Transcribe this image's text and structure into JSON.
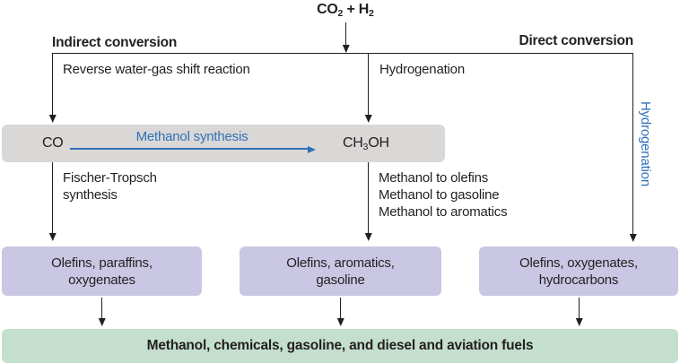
{
  "colors": {
    "text": "#231f20",
    "accent_blue": "#3170b9",
    "gray_bar": "#d9d8d6",
    "purple_box": "#c9c7e3",
    "green_bar": "#c5dfce"
  },
  "feed": {
    "base1": "CO",
    "sub1": "2",
    "plus": " + H",
    "sub2": "2"
  },
  "header": {
    "indirect_label": "Indirect conversion",
    "direct_label": "Direct conversion"
  },
  "steps": {
    "reverse_wgs": "Reverse water-gas shift reaction",
    "hydrogenation_mid": "Hydrogenation",
    "hydrogenation_right": "Hydrogenation",
    "fischer_tropsch": "Fischer-Tropsch\nsynthesis",
    "methanol_to": "Methanol to olefins\nMethanol to gasoline\nMethanol to aromatics"
  },
  "intermediate_bar": {
    "co": "CO",
    "arrow_label": "Methanol synthesis",
    "methanol": {
      "base1": "CH",
      "sub": "3",
      "base2": "OH"
    }
  },
  "product_boxes": [
    {
      "label": "Olefins, paraffins,\noxygenates"
    },
    {
      "label": "Olefins, aromatics,\ngasoline"
    },
    {
      "label": "Olefins, oxygenates,\nhydrocarbons"
    }
  ],
  "final_bar": {
    "label": "Methanol, chemicals, gasoline, and diesel and aviation fuels"
  }
}
